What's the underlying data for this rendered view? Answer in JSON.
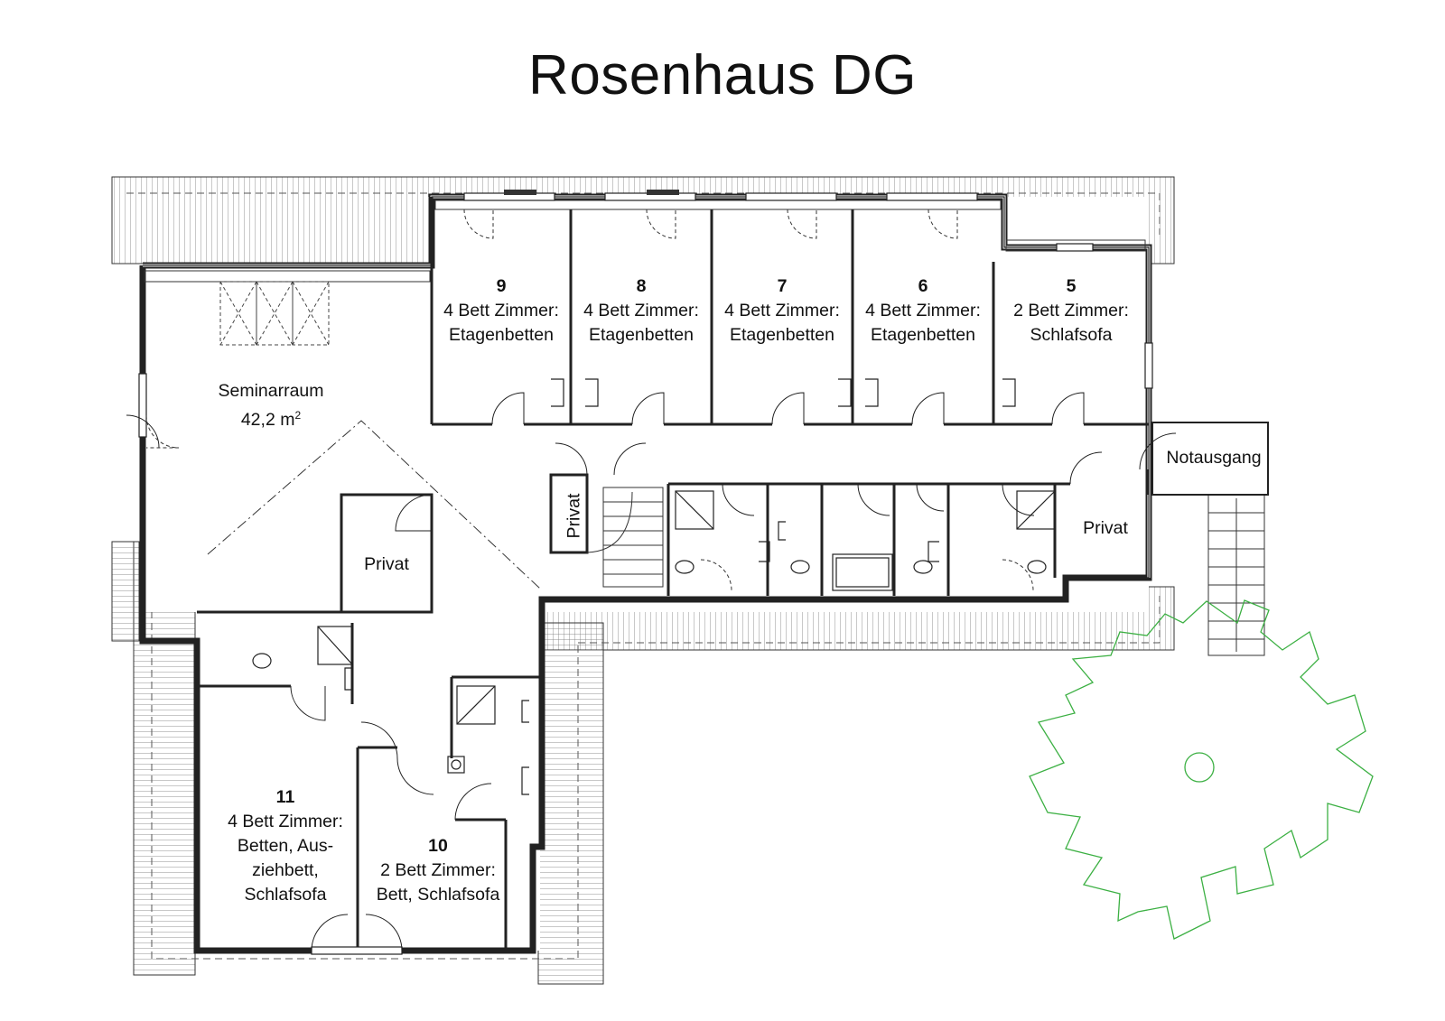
{
  "title": "Rosenhaus DG",
  "rooms": [
    {
      "id": "9",
      "number": "9",
      "line1": "4 Bett Zimmer:",
      "line2": "Etagenbetten"
    },
    {
      "id": "8",
      "number": "8",
      "line1": "4 Bett Zimmer:",
      "line2": "Etagenbetten"
    },
    {
      "id": "7",
      "number": "7",
      "line1": "4 Bett Zimmer:",
      "line2": "Etagenbetten"
    },
    {
      "id": "6",
      "number": "6",
      "line1": "4 Bett Zimmer:",
      "line2": "Etagenbetten"
    },
    {
      "id": "5",
      "number": "5",
      "line1": "2 Bett Zimmer:",
      "line2": "Schlafsofa"
    },
    {
      "id": "11",
      "number": "11",
      "line1": "4 Bett Zimmer:",
      "line2": "Betten, Aus-",
      "line3": "ziehbett,",
      "line4": "Schlafsofa"
    },
    {
      "id": "10",
      "number": "10",
      "line1": "2 Bett Zimmer:",
      "line2": "Bett, Schlafsofa"
    }
  ],
  "seminar": {
    "name": "Seminarraum",
    "area": "42,2 m",
    "area_sup": "2"
  },
  "private_labels": [
    "Privat",
    "Privat",
    "Privat"
  ],
  "exit_label": "Notausgang",
  "colors": {
    "lines": "#222222",
    "tree": "#3cb043"
  }
}
